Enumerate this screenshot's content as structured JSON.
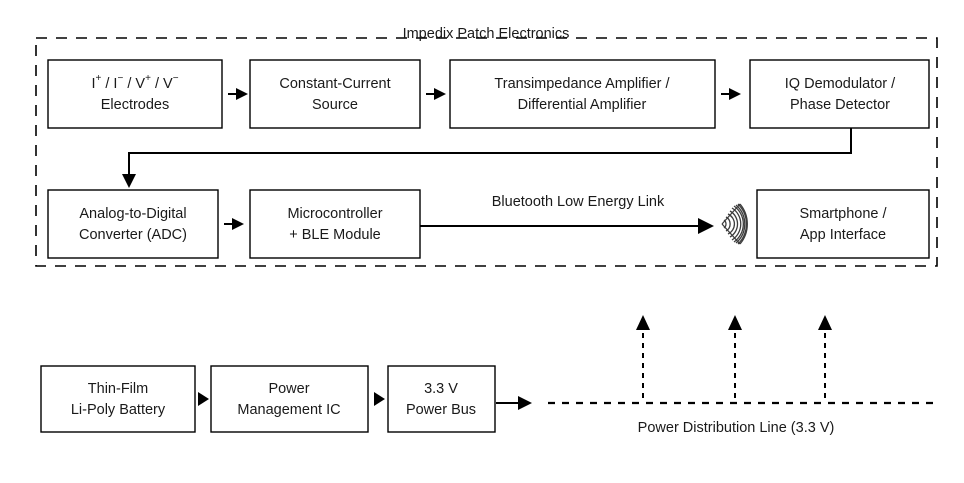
{
  "diagram": {
    "title": "Impedix Patch Electronics",
    "groups": [
      {
        "name": "patch-electronics-enclosure",
        "label": "Impedix Patch Electronics"
      }
    ],
    "signal_chain_row1": [
      {
        "id": "electrodes",
        "line1": "I+ / I- / V+ / V-",
        "line2": "Electrodes"
      },
      {
        "id": "constant-current-source",
        "line1": "Constant-Current",
        "line2": "Source"
      },
      {
        "id": "transimpedance-amplifier",
        "line1": "Transimpedance Amplifier /",
        "line2": "Differential Amplifier"
      },
      {
        "id": "iq-demodulator",
        "line1": "IQ Demodulator /",
        "line2": "Phase Detector"
      }
    ],
    "signal_chain_row2": [
      {
        "id": "adc",
        "line1": "Analog-to-Digital",
        "line2": "Converter (ADC)"
      },
      {
        "id": "microcontroller",
        "line1": "Microcontroller",
        "line2": "+ BLE Module"
      },
      {
        "id": "smartphone",
        "line1": "Smartphone /",
        "line2": "App Interface"
      }
    ],
    "power_chain": [
      {
        "id": "battery",
        "line1": "Thin-Film",
        "line2": "Li-Poly Battery"
      },
      {
        "id": "power-management-ic",
        "line1": "Power",
        "line2": "Management IC"
      },
      {
        "id": "power-bus",
        "line1": "3.3 V",
        "line2": "Power Bus"
      }
    ],
    "edge_labels": {
      "ble_link": "Bluetooth Low Energy Link",
      "power_distribution": "Power Distribution Line (3.3 V)"
    },
    "icons": {
      "wireless": "wireless-signal-icon"
    },
    "colors": {
      "stroke": "#000000",
      "text": "#1a1a1a",
      "background": "#ffffff"
    }
  }
}
